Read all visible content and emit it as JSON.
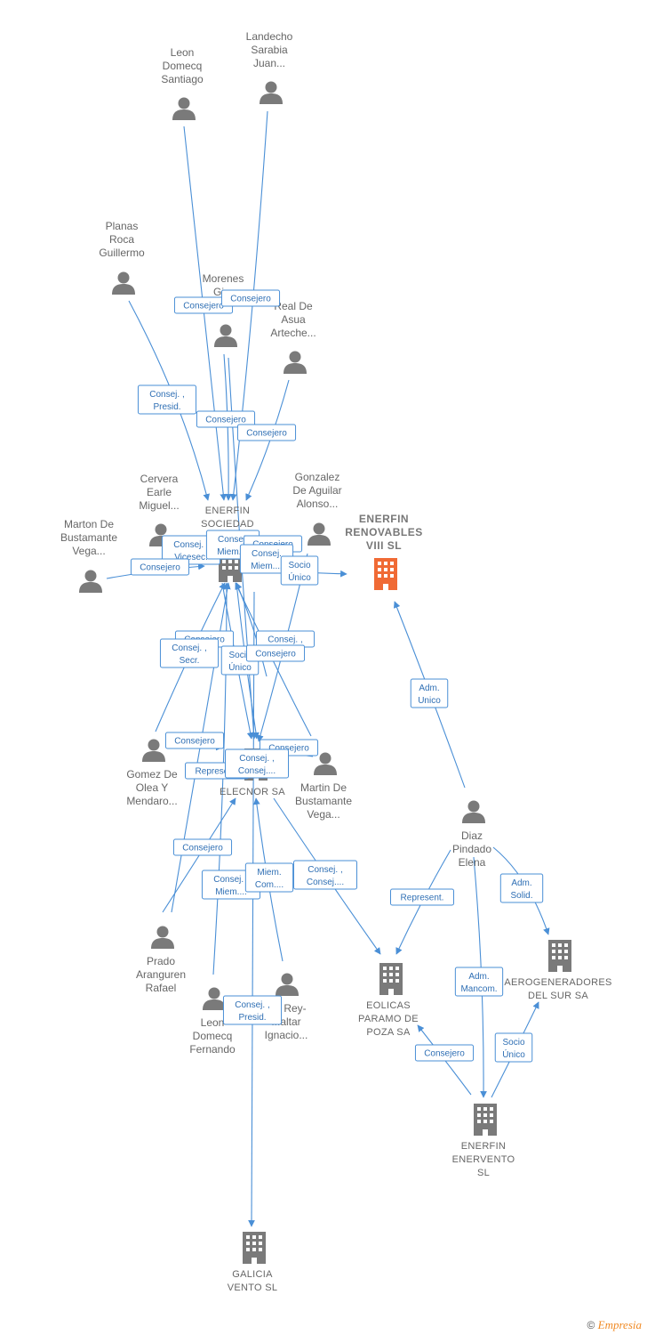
{
  "colors": {
    "edge": "#4a8fd6",
    "person": "#7a7a7a",
    "company": "#7a7a7a",
    "focus": "#f06a35"
  },
  "persons": [
    {
      "id": "leon_santiago",
      "lines": [
        "Leon",
        "Domecq",
        "Santiago"
      ],
      "icon": "person-icon"
    },
    {
      "id": "landecho",
      "lines": [
        "Landecho",
        "Sarabia",
        "Juan..."
      ],
      "icon": "person-icon"
    },
    {
      "id": "planas",
      "lines": [
        "Planas",
        "Roca",
        "Guillermo"
      ],
      "icon": "person-icon"
    },
    {
      "id": "morenes",
      "lines": [
        "Morenes",
        "Gi..."
      ],
      "icon": "person-icon"
    },
    {
      "id": "real",
      "lines": [
        "Real De",
        "Asua",
        "Arteche..."
      ],
      "icon": "person-icon"
    },
    {
      "id": "cervera",
      "lines": [
        "Cervera",
        "Earle",
        "Miguel..."
      ],
      "icon": "person-icon"
    },
    {
      "id": "gonzalez",
      "lines": [
        "Gonzalez",
        "De Aguilar",
        "Alonso..."
      ],
      "icon": "person-icon"
    },
    {
      "id": "marton",
      "lines": [
        "Marton De",
        "Bustamante",
        "Vega..."
      ],
      "icon": "person-icon"
    },
    {
      "id": "gomez",
      "lines": [
        "Gomez De",
        "Olea Y",
        "Mendaro..."
      ],
      "icon": "person-icon"
    },
    {
      "id": "martin",
      "lines": [
        "Martin De",
        "Bustamante",
        "Vega..."
      ],
      "icon": "person-icon"
    },
    {
      "id": "diaz",
      "lines": [
        "Diaz",
        "Pindado",
        "Elena"
      ],
      "icon": "person-icon"
    },
    {
      "id": "prado",
      "lines": [
        "Prado",
        "Aranguren",
        "Rafael"
      ],
      "icon": "person-icon"
    },
    {
      "id": "leon_fernando",
      "lines": [
        "Leon",
        "Domecq",
        "Fernando"
      ],
      "icon": "person-icon"
    },
    {
      "id": "rey",
      "lines": [
        "...o Rey-",
        "...altar",
        "Ignacio..."
      ],
      "icon": "person-icon"
    }
  ],
  "companies": [
    {
      "id": "enerfin_renovables",
      "lines": [
        "ENERFIN",
        "RENOVABLES",
        "VIII  SL"
      ],
      "icon": "building-icon",
      "focus": true
    },
    {
      "id": "enerfin_sociedad",
      "lines": [
        "ENERFIN",
        "SOCIEDAD",
        "..."
      ],
      "icon": "building-icon",
      "focus": false
    },
    {
      "id": "elecnor",
      "lines": [
        "ELECNOR SA"
      ],
      "icon": "building-icon",
      "focus": false
    },
    {
      "id": "eolicas",
      "lines": [
        "EOLICAS",
        "PARAMO DE",
        "POZA SA"
      ],
      "icon": "building-icon",
      "focus": false
    },
    {
      "id": "aerogeneradores",
      "lines": [
        "AEROGENERADORES",
        "DEL SUR SA"
      ],
      "icon": "building-icon",
      "focus": false
    },
    {
      "id": "enerfin_enervento",
      "lines": [
        "ENERFIN",
        "ENERVENTO",
        "SL"
      ],
      "icon": "building-icon",
      "focus": false
    },
    {
      "id": "galicia",
      "lines": [
        "GALICIA",
        "VENTO SL"
      ],
      "icon": "building-icon",
      "focus": false
    }
  ],
  "relations": [
    {
      "lines": [
        "Consejero"
      ]
    },
    {
      "lines": [
        "Consejero"
      ]
    },
    {
      "lines": [
        "Consej. ,",
        "Presid."
      ]
    },
    {
      "lines": [
        "Consejero"
      ]
    },
    {
      "lines": [
        "Consejero"
      ]
    },
    {
      "lines": [
        "Consej. ,",
        "Vicesec."
      ]
    },
    {
      "lines": [
        "Consej.",
        "Miem...."
      ]
    },
    {
      "lines": [
        "Consejero"
      ]
    },
    {
      "lines": [
        "Consej.",
        "Miem...."
      ]
    },
    {
      "lines": [
        "Socio",
        "Único"
      ]
    },
    {
      "lines": [
        "Consejero"
      ]
    },
    {
      "lines": [
        "Consejero"
      ]
    },
    {
      "lines": [
        "Consej. ,",
        "Secr."
      ]
    },
    {
      "lines": [
        "Socio",
        "Único"
      ]
    },
    {
      "lines": [
        "Consej. ,"
      ]
    },
    {
      "lines": [
        "Consejero"
      ]
    },
    {
      "lines": [
        "Adm.",
        "Unico"
      ]
    },
    {
      "lines": [
        "Consejero"
      ]
    },
    {
      "lines": [
        "Represent."
      ]
    },
    {
      "lines": [
        "Consejero"
      ]
    },
    {
      "lines": [
        "Consej. ,",
        "Consej...."
      ]
    },
    {
      "lines": [
        "Consejero"
      ]
    },
    {
      "lines": [
        "Consej. ,",
        "Miem...."
      ]
    },
    {
      "lines": [
        "Miem.",
        "Com...."
      ]
    },
    {
      "lines": [
        "Consej. ,",
        "Consej...."
      ]
    },
    {
      "lines": [
        "Adm.",
        "Solid."
      ]
    },
    {
      "lines": [
        "Represent."
      ]
    },
    {
      "lines": [
        "Adm.",
        "Mancom."
      ]
    },
    {
      "lines": [
        "Consej. ,",
        "Presid."
      ]
    },
    {
      "lines": [
        "Socio",
        "Único"
      ]
    },
    {
      "lines": [
        "Consejero"
      ]
    }
  ],
  "footer": {
    "copyright": "©",
    "brand": "Empresia"
  }
}
